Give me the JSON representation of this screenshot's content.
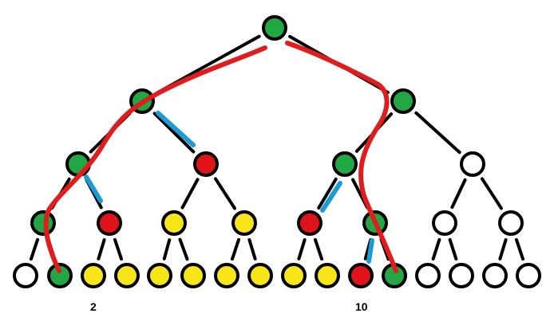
{
  "colors": {
    "green": "#21a845",
    "red": "#e0131b",
    "yellow": "#f7e51a",
    "white": "#ffffff",
    "edge": "#000000",
    "highlight_blue": "#1e9ad6",
    "path_red": "#e01c1c"
  },
  "tree": {
    "levels": [
      [
        "green"
      ],
      [
        "green",
        "green"
      ],
      [
        "green",
        "red",
        "green",
        "white"
      ],
      [
        "green",
        "red",
        "yellow",
        "yellow",
        "red",
        "green",
        "white",
        "white"
      ],
      [
        "white",
        "green",
        "yellow",
        "yellow",
        "yellow",
        "yellow",
        "yellow",
        "yellow",
        "yellow",
        "yellow",
        "red",
        "green",
        "white",
        "white",
        "white",
        "white"
      ]
    ]
  },
  "labels": {
    "left_leaf": "2",
    "right_leaf": "10"
  }
}
